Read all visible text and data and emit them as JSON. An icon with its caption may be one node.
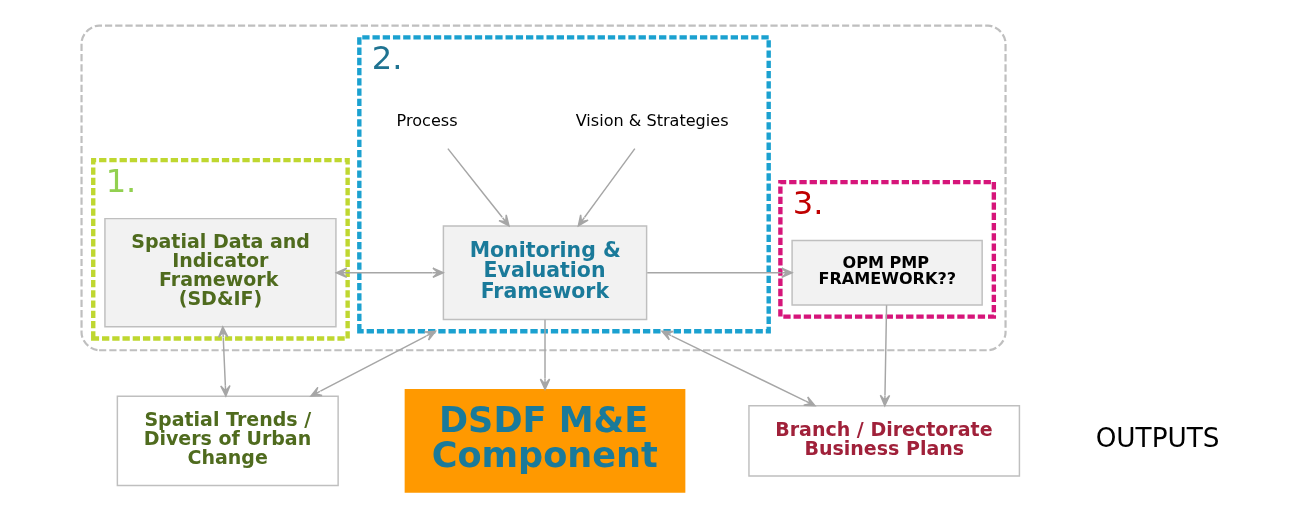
{
  "diagram": {
    "nodes": [
      {
        "text": [],
        "shape": "box"
      },
      {
        "text": [
          "1."
        ],
        "in": 0
      },
      {
        "text": [
          "Spatial Data and Indicator Framework (SD&IF)"
        ],
        "in": 1
      },
      {
        "text": [
          "2."
        ],
        "in": 0
      },
      {
        "text": [
          "Vision & Strategies"
        ],
        "in": 3
      },
      {
        "text": [
          "Monitoring & Evaluation Framework"
        ],
        "in": 3
      },
      {
        "text": [
          "Process"
        ],
        "in": 3
      },
      {
        "text": [
          "3."
        ],
        "in": 0
      },
      {
        "text": [
          "OPM PMP FRAMEWORK??"
        ],
        "in": 7
      },
      {
        "text": [
          "Spatial Trends / Divers of Urban Change"
        ]
      },
      {
        "text": [
          "DSDF M&E Component"
        ]
      },
      {
        "text": [
          "Branch / Directorate Business Plans"
        ]
      }
    ],
    "edges": [
      {
        "from": 2,
        "to": 5,
        "arrow": "both"
      },
      {
        "from": 5,
        "to": 8,
        "arrow": "to"
      },
      {
        "from": 4,
        "to": 5,
        "arrow": "to"
      },
      {
        "from": 6,
        "to": 5,
        "arrow": "to"
      },
      {
        "from": 2,
        "to": 9,
        "arrow": "both"
      },
      {
        "from": 9,
        "to": 3,
        "arrow": "both"
      },
      {
        "from": 5,
        "to": 10,
        "arrow": "to"
      },
      {
        "from": 3,
        "to": 11,
        "arrow": "both"
      },
      {
        "from": 8,
        "to": 11,
        "arrow": "to"
      }
    ],
    "labels": [
      "OUTPUTS"
    ]
  }
}
